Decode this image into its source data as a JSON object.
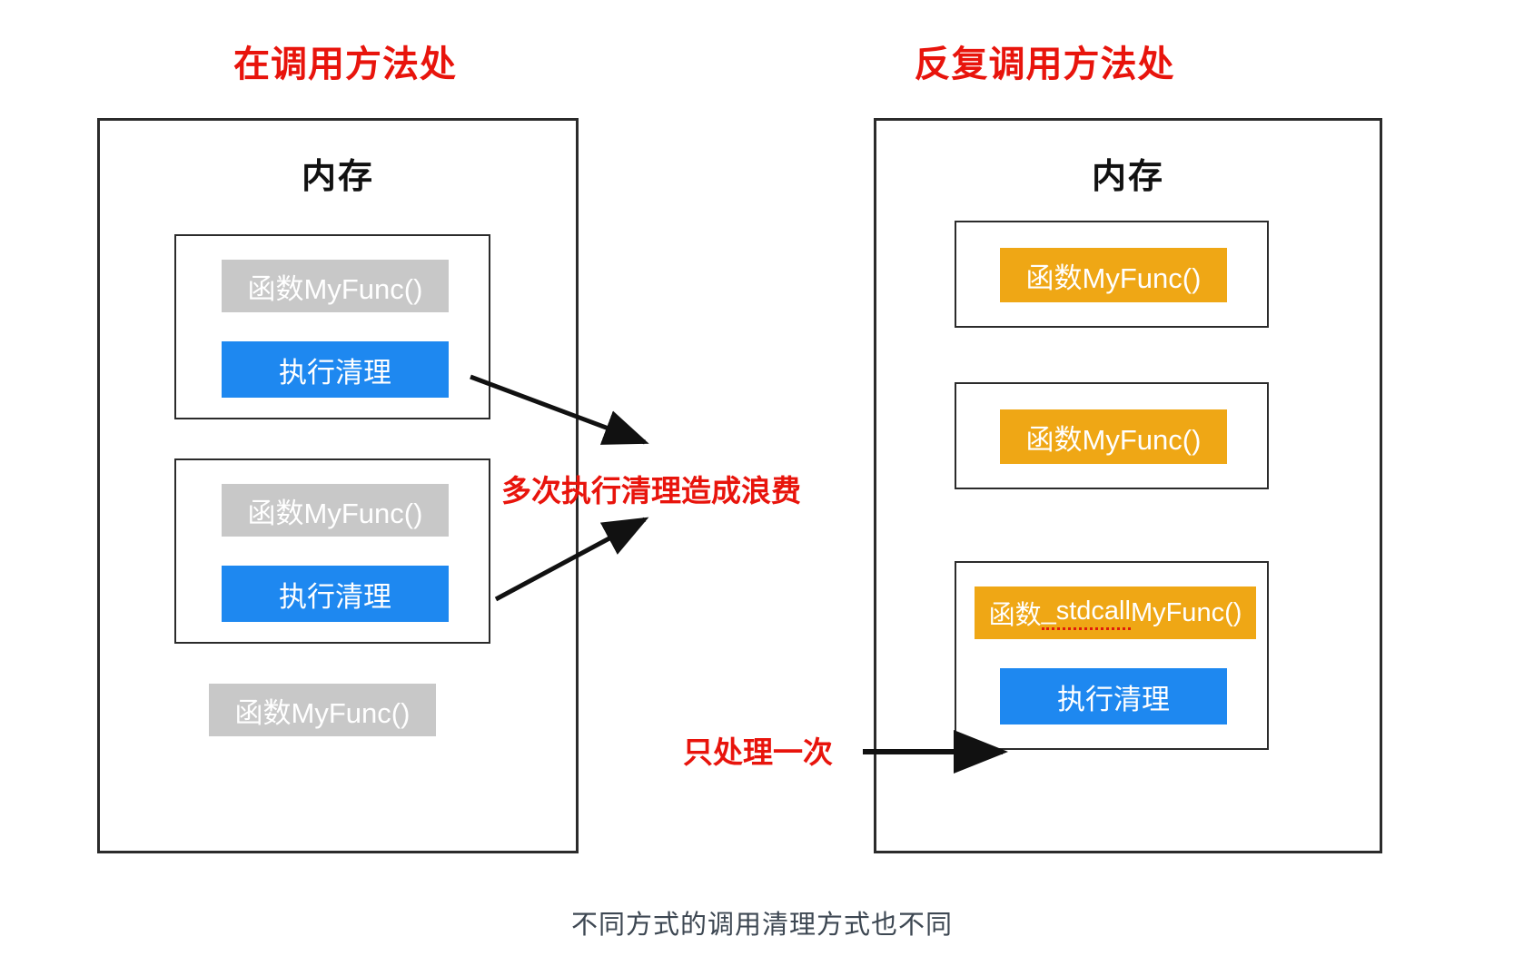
{
  "titles": {
    "left": "在调用方法处",
    "right": "反复调用方法处"
  },
  "memory_label": "内存",
  "left_panel": {
    "frames": [
      {
        "chips": [
          {
            "text": "函数MyFunc()",
            "style": "gray"
          },
          {
            "text": "执行清理",
            "style": "blue"
          }
        ]
      },
      {
        "chips": [
          {
            "text": "函数MyFunc()",
            "style": "gray"
          },
          {
            "text": "执行清理",
            "style": "blue"
          }
        ]
      }
    ],
    "loose_chip": {
      "text": "函数MyFunc()",
      "style": "gray"
    }
  },
  "right_panel": {
    "frames": [
      {
        "chips": [
          {
            "text": "函数MyFunc()",
            "style": "orange"
          }
        ]
      },
      {
        "chips": [
          {
            "text": "函数MyFunc()",
            "style": "orange"
          }
        ]
      },
      {
        "chips": [
          {
            "text_prefix": "函数",
            "text_misspelled": "_stdcall",
            "text_suffix": " MyFunc()",
            "style": "orange"
          },
          {
            "text": "执行清理",
            "style": "blue"
          }
        ]
      }
    ]
  },
  "annotations": {
    "waste": "多次执行清理造成浪费",
    "once": "只处理一次"
  },
  "caption": "不同方式的调用清理方式也不同",
  "colors": {
    "red": "#E8140C",
    "blue": "#1E88F0",
    "orange": "#EFA715",
    "gray": "#C8C8C8",
    "border": "#2B2B2B",
    "caption": "#3D4752"
  }
}
